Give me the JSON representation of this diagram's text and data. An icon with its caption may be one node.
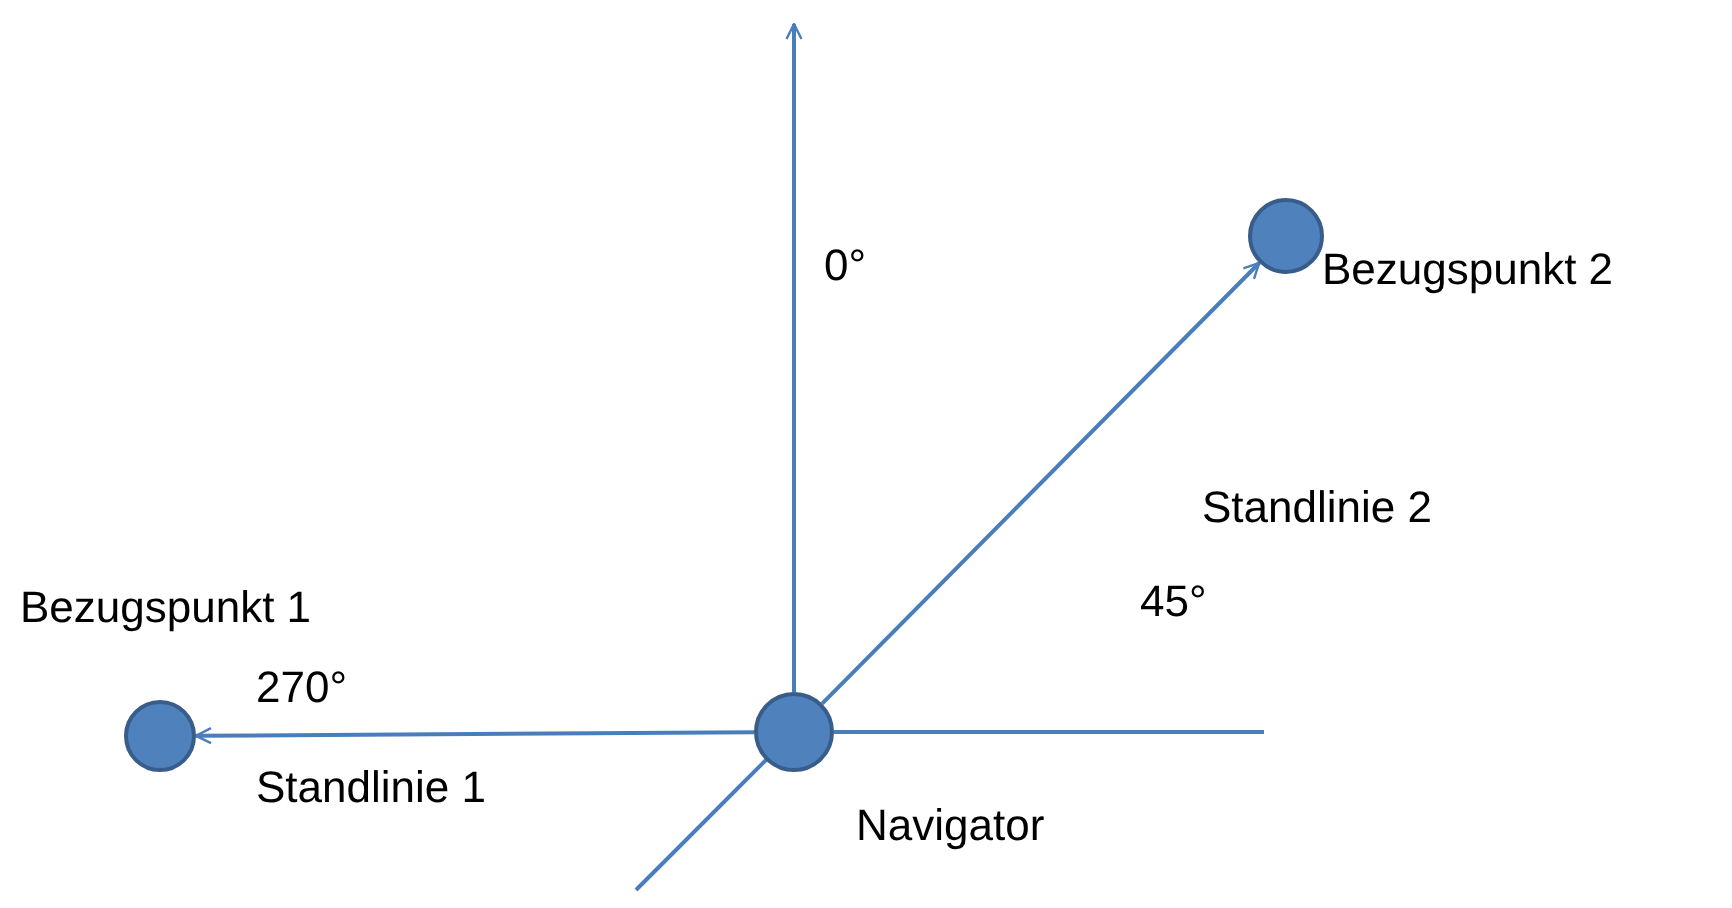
{
  "diagram": {
    "nodes": [
      {
        "text": [],
        "shape": "circle",
        "beside": [
          "Bezugspunkt 2"
        ]
      },
      {
        "text": [],
        "shape": "circle",
        "beside": [
          "Bezugspunkt 1"
        ]
      },
      {
        "text": [],
        "shape": "circle",
        "beside": [
          "Navigator"
        ]
      }
    ],
    "edges": [
      {
        "from": 2,
        "to": 1,
        "arrow": "to",
        "label": "Standlinie 1"
      },
      {
        "from": 2,
        "to": 0,
        "arrow": "to",
        "label": "Standlinie 2"
      }
    ],
    "labels": [
      "0°",
      "45°",
      "270°"
    ]
  }
}
